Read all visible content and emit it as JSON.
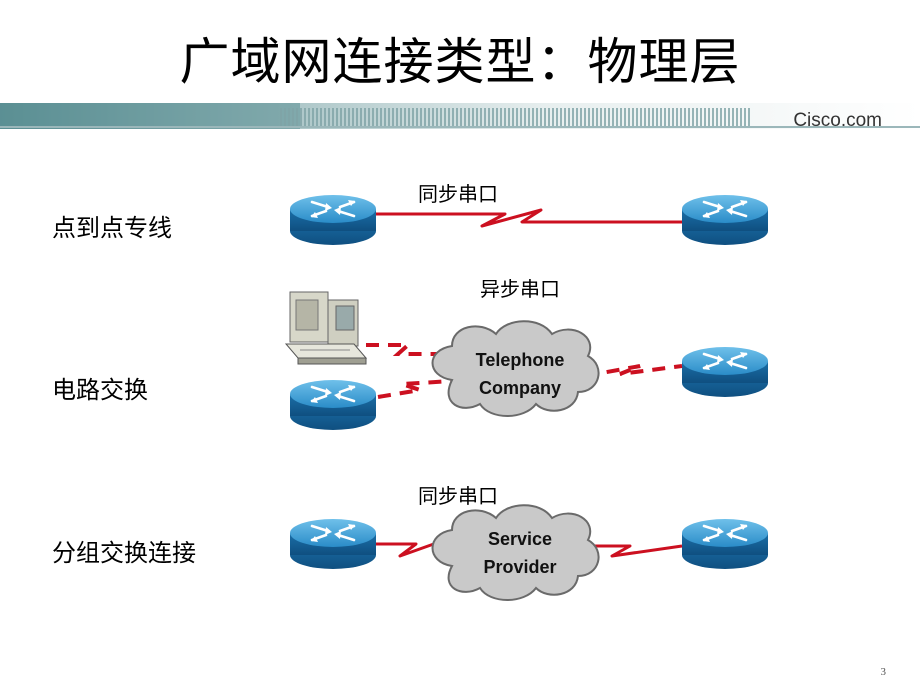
{
  "title": "广域网连接类型：物理层",
  "brand": "Cisco.com",
  "page_number": "3",
  "rows": [
    {
      "label": "点到点专线",
      "link_label": "同步串口"
    },
    {
      "label": "电路交换",
      "link_label": "异步串口",
      "cloud": [
        "Telephone",
        "Company"
      ]
    },
    {
      "label": "分组交换连接",
      "link_label": "同步串口",
      "cloud": [
        "Service",
        "Provider"
      ]
    }
  ],
  "colors": {
    "link": "#cc1020",
    "router": "#1a78b8",
    "cloud": "#c9c9c9"
  }
}
